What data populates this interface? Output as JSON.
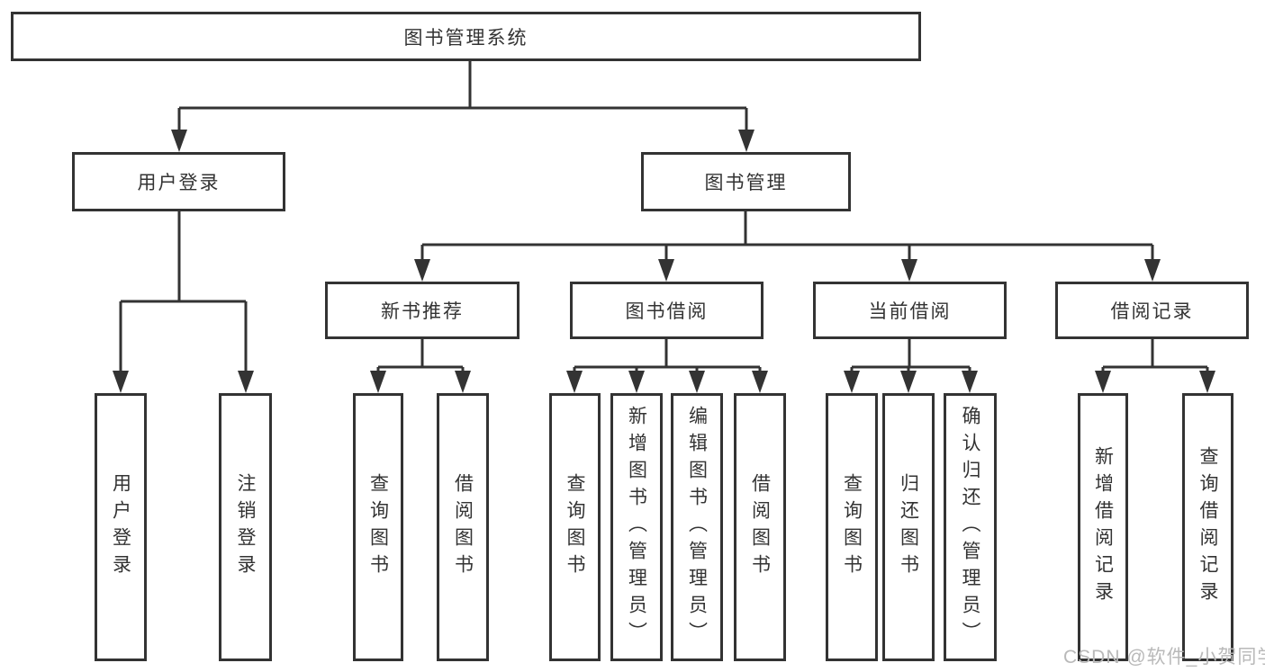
{
  "tree": {
    "label": "图书管理系统",
    "children": [
      {
        "label": "用户登录",
        "children": [
          {
            "label": "用户登录"
          },
          {
            "label": "注销登录"
          }
        ]
      },
      {
        "label": "图书管理",
        "children": [
          {
            "label": "新书推荐",
            "children": [
              {
                "label": "查询图书"
              },
              {
                "label": "借阅图书"
              }
            ]
          },
          {
            "label": "图书借阅",
            "children": [
              {
                "label": "查询图书"
              },
              {
                "label": "新增图书（管理员）"
              },
              {
                "label": "编辑图书（管理员）"
              },
              {
                "label": "借阅图书"
              }
            ]
          },
          {
            "label": "当前借阅",
            "children": [
              {
                "label": "查询图书"
              },
              {
                "label": "归还图书"
              },
              {
                "label": "确认归还（管理员）"
              }
            ]
          },
          {
            "label": "借阅记录",
            "children": [
              {
                "label": "新增借阅记录"
              },
              {
                "label": "查询借阅记录"
              }
            ]
          }
        ]
      }
    ]
  },
  "watermark": {
    "text": "CSDN @软件_小贺同学"
  },
  "colors": {
    "line": "#333333",
    "text": "#333333",
    "box_background": "#ffffff",
    "watermark": "#b9b9b9"
  }
}
